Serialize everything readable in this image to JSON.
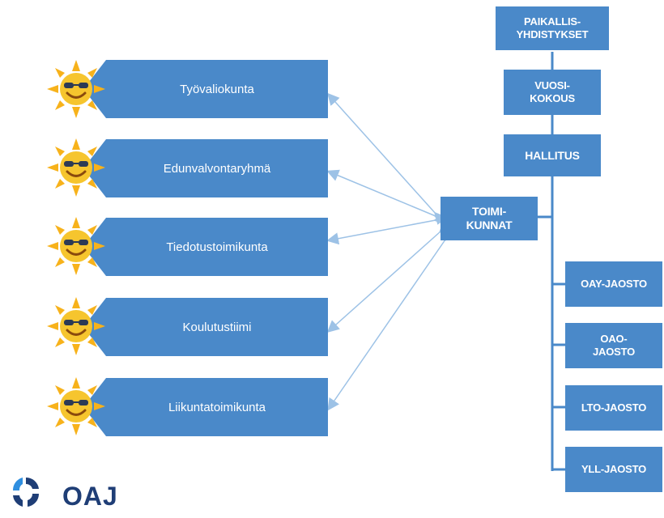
{
  "diagram": {
    "committees": [
      {
        "label": "Työvaliokunta"
      },
      {
        "label": "Edunvalvontaryhmä"
      },
      {
        "label": "Tiedotustoimikunta"
      },
      {
        "label": "Koulutustiimi"
      },
      {
        "label": "Liikuntatoimikunta"
      }
    ],
    "hub_label": "TOIMI-\nKUNNAT",
    "hierarchy": [
      {
        "label": "PAIKALLIS-\nYHDISTYKSET"
      },
      {
        "label": "VUOSI-\nKOKOUS"
      },
      {
        "label": "HALLITUS"
      }
    ],
    "sections": [
      {
        "label": "OAY-JAOSTO"
      },
      {
        "label": "OAO-\nJAOSTO"
      },
      {
        "label": "LTO-JAOSTO"
      },
      {
        "label": "YLL-JAOSTO"
      }
    ]
  },
  "logo": {
    "text": "OAJ"
  },
  "colors": {
    "box_fill": "#4a89c9",
    "line": "#4a89c9",
    "arrow": "#9dc2e6",
    "sun": "#f7b21b",
    "logo_blue": "#1f3e76",
    "logo_accent": "#2f8fe0"
  }
}
